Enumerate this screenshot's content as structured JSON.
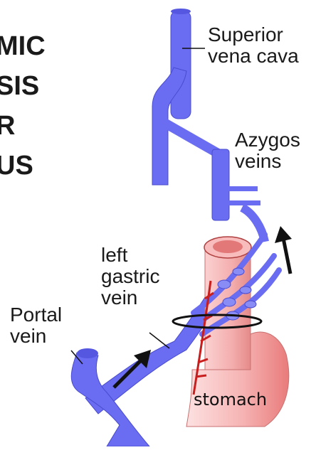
{
  "title_lines": [
    "MIC",
    "SIS",
    "R",
    "US"
  ],
  "labels": {
    "svc": [
      "Superior",
      "vena cava"
    ],
    "azygos": [
      "Azygos",
      "veins"
    ],
    "left_gastric": [
      "left",
      "gastric",
      "vein"
    ],
    "portal": [
      "Portal",
      "vein"
    ],
    "stomach": "stomach"
  },
  "colors": {
    "vein": "#6a6cf2",
    "vein_edge": "#4a4ccf",
    "organ": "#f6b3b3",
    "organ_dark": "#e57f7f",
    "artery": "#c81e1e",
    "text": "#1a1a1a"
  }
}
